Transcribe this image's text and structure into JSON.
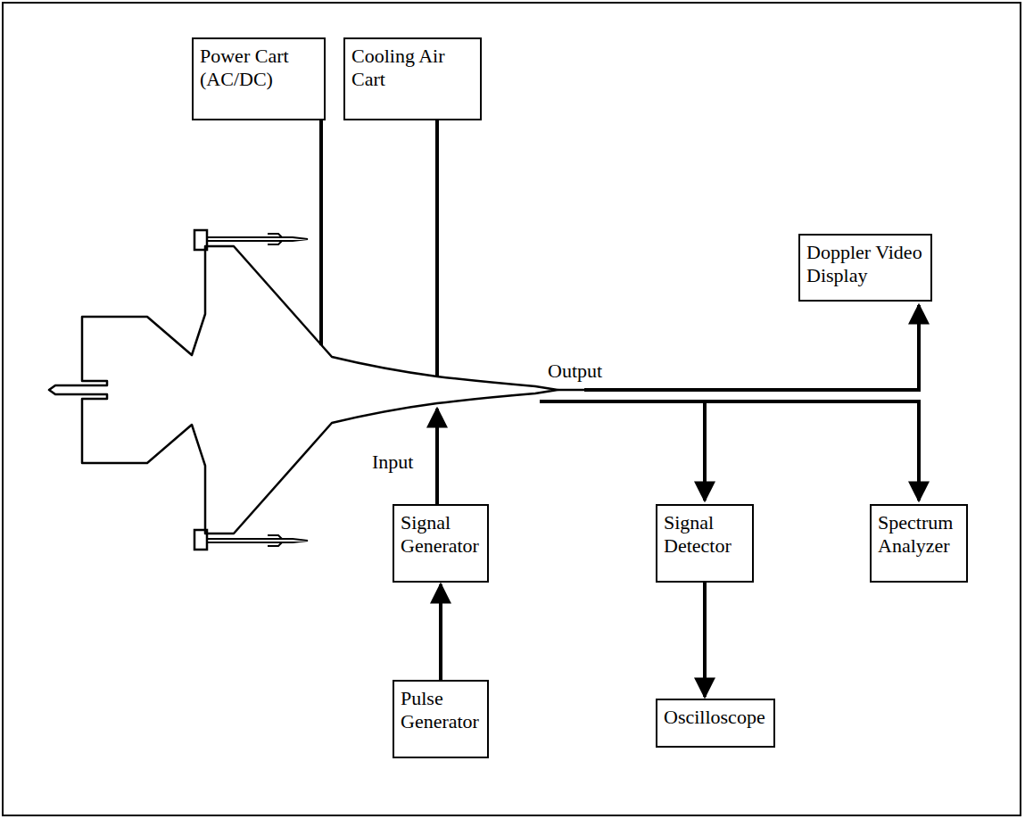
{
  "diagram": {
    "nodes": [
      {
        "text": [
          "Power Cart (AC/DC)"
        ]
      },
      {
        "text": [
          "Cooling Air Cart"
        ]
      },
      {
        "text": [
          "Doppler Video Display"
        ]
      },
      {
        "text": [
          "Signal Generator"
        ]
      },
      {
        "text": [
          "Signal Detector"
        ]
      },
      {
        "text": [
          "Spectrum Analyzer"
        ]
      },
      {
        "text": [
          "Pulse Generator"
        ]
      },
      {
        "text": [
          "Oscilloscope"
        ]
      }
    ],
    "edges": [
      {
        "from": 6,
        "to": 3,
        "arrow": "to"
      },
      {
        "from": 4,
        "to": 7,
        "arrow": "to"
      }
    ],
    "labels": [
      "Output",
      "Input"
    ]
  }
}
